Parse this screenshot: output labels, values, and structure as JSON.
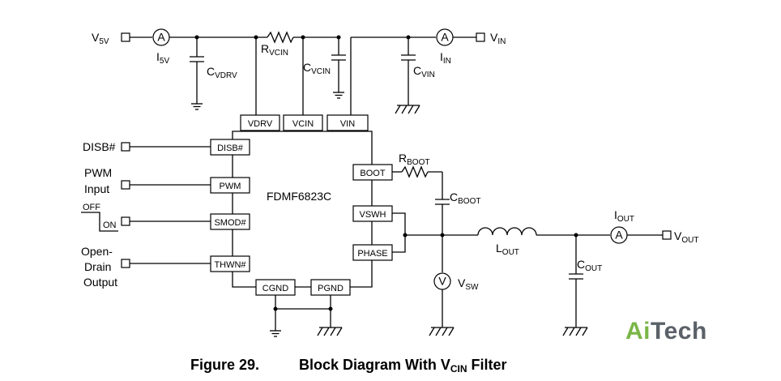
{
  "chip": {
    "name": "FDMF6823C"
  },
  "top_pins": {
    "vdrv": "VDRV",
    "vcin": "VCIN",
    "vin": "VIN"
  },
  "left_pins": {
    "disb": "DISB#",
    "pwm": "PWM",
    "smod": "SMOD#",
    "thwn": "THWN#"
  },
  "right_pins": {
    "boot": "BOOT",
    "vswh": "VSWH",
    "phase": "PHASE"
  },
  "bottom_pins": {
    "cgnd": "CGND",
    "pgnd": "PGND"
  },
  "inputs": {
    "disb": "DISB#",
    "pwm_1": "PWM",
    "pwm_2": "Input",
    "off": "OFF",
    "on": "ON",
    "open_1": "Open-",
    "open_2": "Drain",
    "open_3": "Output"
  },
  "components": {
    "v5v": {
      "main": "V",
      "sub": "5V"
    },
    "i5v": {
      "main": "I",
      "sub": "5V"
    },
    "cvdrv": {
      "main": "C",
      "sub": "VDRV"
    },
    "rvcin": {
      "main": "R",
      "sub": "VCIN"
    },
    "cvcin": {
      "main": "C",
      "sub": "VCIN"
    },
    "iin": {
      "main": "I",
      "sub": "IN"
    },
    "vin": {
      "main": "V",
      "sub": "IN"
    },
    "cvin": {
      "main": "C",
      "sub": "VIN"
    },
    "rboot": {
      "main": "R",
      "sub": "BOOT"
    },
    "cboot": {
      "main": "C",
      "sub": "BOOT"
    },
    "lout": {
      "main": "L",
      "sub": "OUT"
    },
    "iout": {
      "main": "I",
      "sub": "OUT"
    },
    "vout": {
      "main": "V",
      "sub": "OUT"
    },
    "cout": {
      "main": "C",
      "sub": "OUT"
    },
    "vsw": {
      "main": "V",
      "sub": "SW"
    }
  },
  "meters": {
    "ammeter": "A",
    "voltmeter": "V"
  },
  "caption": {
    "number": "Figure 29.",
    "title": "Block Diagram With V",
    "sub": "CIN",
    "tail": " Filter"
  },
  "logo": {
    "ai": "Ai",
    "tech": "Tech"
  }
}
